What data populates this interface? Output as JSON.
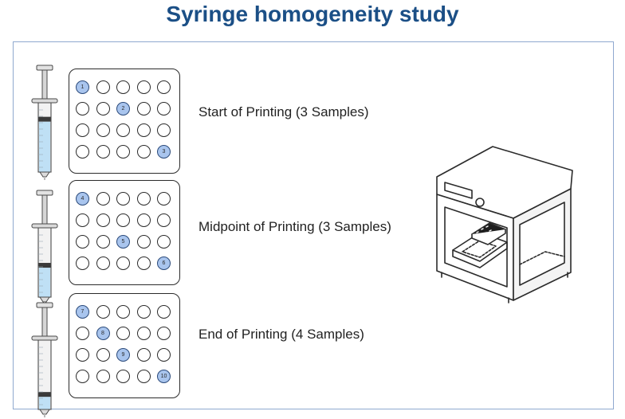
{
  "title": "Syringe homogeneity study",
  "sections": [
    {
      "label": "Start of Printing (3 Samples)",
      "syringe_fill": 0.72,
      "wells": [
        [
          "1",
          0,
          0
        ],
        [
          "2",
          1,
          2
        ],
        [
          "3",
          3,
          4
        ]
      ]
    },
    {
      "label": "Midpoint of Printing (3 Samples)",
      "syringe_fill": 0.42,
      "wells": [
        [
          "4",
          0,
          0
        ],
        [
          "5",
          2,
          2
        ],
        [
          "6",
          3,
          4
        ]
      ]
    },
    {
      "label": "End of Printing (4 Samples)",
      "syringe_fill": 0.18,
      "wells": [
        [
          "7",
          0,
          0
        ],
        [
          "8",
          1,
          1
        ],
        [
          "9",
          2,
          2
        ],
        [
          "10",
          3,
          4
        ]
      ]
    }
  ],
  "colors": {
    "title": "#1b4f86",
    "sample_fill": "#a9c5ee",
    "liquid": "#bfe0f5",
    "frame": "#8fa9cf"
  },
  "icons": [
    "syringe-icon",
    "well-plate-icon",
    "3d-printer-icon"
  ]
}
